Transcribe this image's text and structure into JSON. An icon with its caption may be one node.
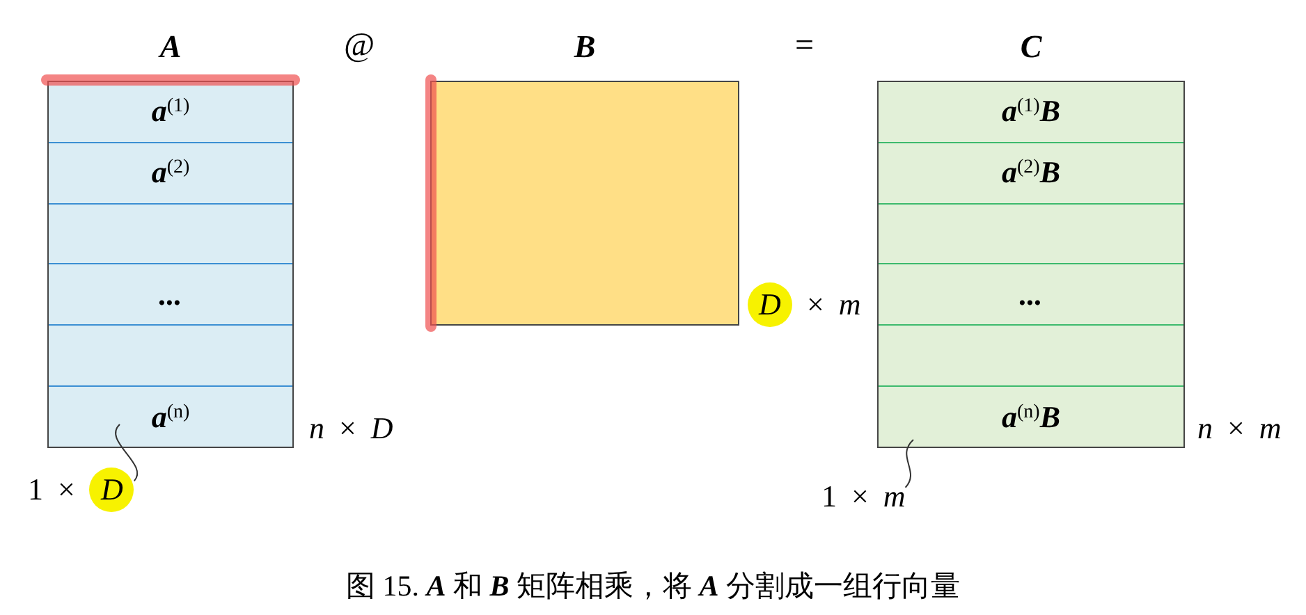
{
  "diagram": {
    "caption": "图 15. **A** 和 **B** 矩阵相乘，将 **A** 分割成一组行向量",
    "nodes": [
      {
        "text": [
          "A"
        ],
        "beside": [
          "*n* × *D*"
        ]
      },
      {
        "text": [
          "a$^{(1)}$"
        ],
        "in": 0
      },
      {
        "text": [
          "a$^{(2)}$"
        ],
        "in": 0
      },
      {
        "text": [],
        "shape": "box",
        "in": 0
      },
      {
        "text": [
          "..."
        ],
        "in": 0
      },
      {
        "text": [],
        "shape": "box",
        "in": 0
      },
      {
        "text": [
          "a$^{(n)}$"
        ],
        "in": 0
      },
      {
        "text": [
          "B"
        ],
        "beside": [
          "*D* × *m*"
        ]
      },
      {
        "text": [
          "C"
        ],
        "beside": [
          "*n* × *m*"
        ]
      },
      {
        "text": [
          "a$^{(1)}$B"
        ],
        "in": 8
      },
      {
        "text": [
          "a$^{(2)}$B"
        ],
        "in": 8
      },
      {
        "text": [],
        "shape": "box",
        "in": 8
      },
      {
        "text": [
          "..."
        ],
        "in": 8
      },
      {
        "text": [],
        "shape": "box",
        "in": 8
      },
      {
        "text": [
          "a$^{(n)}$B"
        ],
        "in": 8
      },
      {
        "text": [
          "1 × *D*"
        ]
      },
      {
        "text": [
          "1 × *m*"
        ]
      }
    ],
    "edges": [
      {
        "from": 15,
        "to": 6,
        "arrow": "none"
      },
      {
        "from": 16,
        "to": 14,
        "arrow": "none"
      }
    ],
    "labels": [
      "@",
      "="
    ]
  }
}
